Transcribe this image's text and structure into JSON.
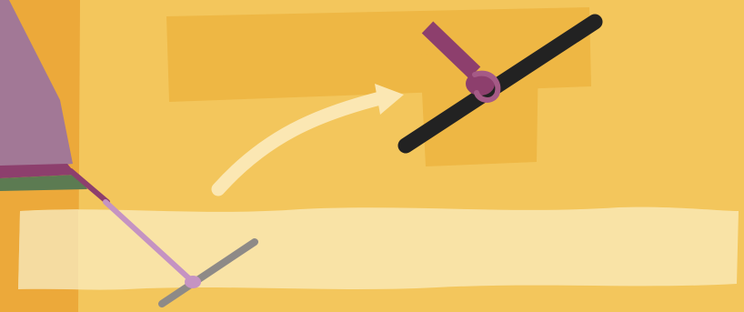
{
  "colors": {
    "background": "#f3c65c",
    "left_band": "#eca93a",
    "dark_patch": "#eeb744",
    "paper_strip": "#f9e3a6",
    "arrow": "#fbe7b3",
    "rod_dark": "#222222",
    "handle_plum": "#8d3f6d",
    "sail_mauve": "#a27896",
    "sail_trim_green": "#5c7b52",
    "rod_grey": "#8e8a87",
    "string_lilac": "#c593c2"
  },
  "icons": [
    "kite-sail-illustration",
    "dark-rod-with-handle-illustration",
    "grey-rod-illustration",
    "curved-arrow-illustration"
  ]
}
